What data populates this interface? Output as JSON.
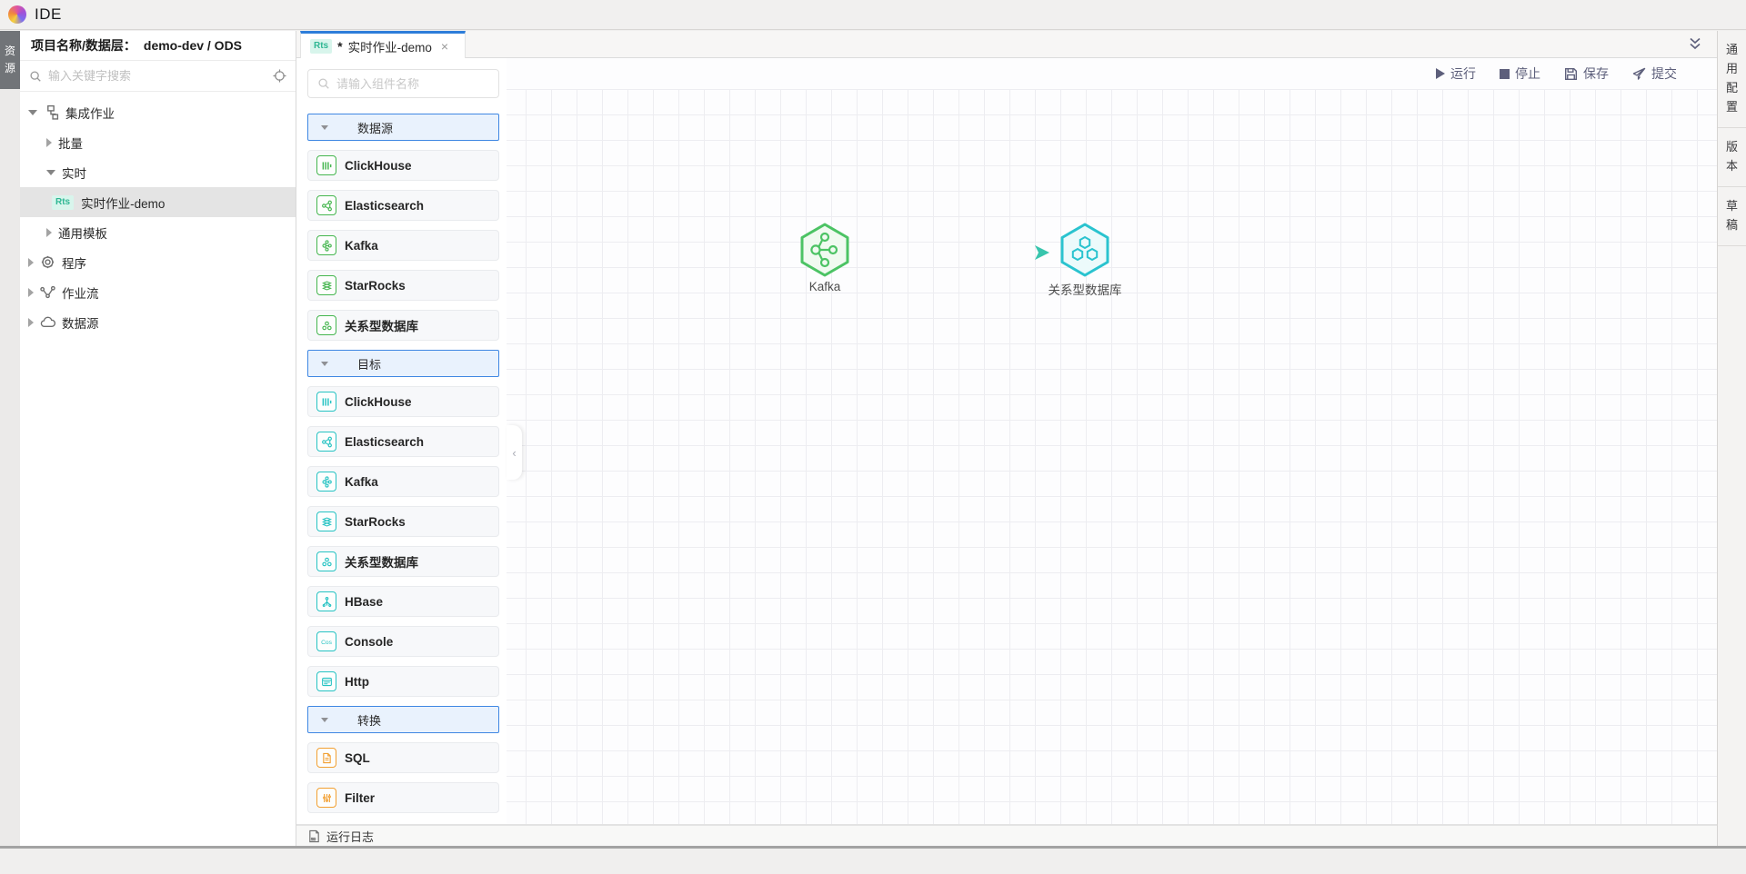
{
  "app": {
    "title": "IDE"
  },
  "left_rail": {
    "tab_label": "资源"
  },
  "explorer": {
    "header_label": "项目名称/数据层：",
    "header_value": "demo-dev / ODS",
    "search_placeholder": "输入关键字搜索",
    "tree": [
      {
        "label": "集成作业",
        "level": 0,
        "caret": "down",
        "icon": "integration-icon"
      },
      {
        "label": "批量",
        "level": 1,
        "caret": "right"
      },
      {
        "label": "实时",
        "level": 1,
        "caret": "down"
      },
      {
        "label": "实时作业-demo",
        "level": 2,
        "badge": "Rts",
        "selected": true
      },
      {
        "label": "通用模板",
        "level": 1,
        "caret": "right"
      },
      {
        "label": "程序",
        "level": 0,
        "caret": "right",
        "icon": "gear-icon"
      },
      {
        "label": "作业流",
        "level": 0,
        "caret": "right",
        "icon": "flow-icon"
      },
      {
        "label": "数据源",
        "level": 0,
        "caret": "right",
        "icon": "cloud-icon"
      }
    ]
  },
  "tabbar": {
    "active_tab": {
      "badge": "Rts",
      "dirty_marker": "*",
      "title": "实时作业-demo",
      "close": "×"
    }
  },
  "toolbar": {
    "run": "运行",
    "stop": "停止",
    "save": "保存",
    "submit": "提交"
  },
  "palette": {
    "search_placeholder": "请输入组件名称",
    "sections": [
      {
        "title": "数据源",
        "accent_color": "#45b64f",
        "items": [
          {
            "label": "ClickHouse",
            "icon": "clickhouse-icon"
          },
          {
            "label": "Elasticsearch",
            "icon": "elasticsearch-icon"
          },
          {
            "label": "Kafka",
            "icon": "kafka-icon"
          },
          {
            "label": "StarRocks",
            "icon": "starrocks-icon"
          },
          {
            "label": "关系型数据库",
            "icon": "relational-db-icon"
          }
        ]
      },
      {
        "title": "目标",
        "accent_color": "#26c3c3",
        "items": [
          {
            "label": "ClickHouse",
            "icon": "clickhouse-icon"
          },
          {
            "label": "Elasticsearch",
            "icon": "elasticsearch-icon"
          },
          {
            "label": "Kafka",
            "icon": "kafka-icon"
          },
          {
            "label": "StarRocks",
            "icon": "starrocks-icon"
          },
          {
            "label": "关系型数据库",
            "icon": "relational-db-icon"
          },
          {
            "label": "HBase",
            "icon": "hbase-icon"
          },
          {
            "label": "Console",
            "icon": "console-icon"
          },
          {
            "label": "Http",
            "icon": "http-icon"
          }
        ]
      },
      {
        "title": "转换",
        "accent_color": "#f2a032",
        "items": [
          {
            "label": "SQL",
            "icon": "sql-icon"
          },
          {
            "label": "Filter",
            "icon": "filter-icon"
          }
        ]
      }
    ]
  },
  "canvas": {
    "nodes": [
      {
        "label": "Kafka",
        "type": "source",
        "accent_color": "#4cc364"
      },
      {
        "label": "关系型数据库",
        "type": "target",
        "accent_color": "#2ac3cf"
      }
    ],
    "edge": {
      "from": "Kafka",
      "to": "关系型数据库",
      "style": "dashed-arrow"
    }
  },
  "log_bar": {
    "label": "运行日志",
    "icon": "log-file-icon"
  },
  "right_rail": {
    "tabs": [
      {
        "label": "通用配置"
      },
      {
        "label": "版本"
      },
      {
        "label": "草稿"
      }
    ]
  },
  "colors": {
    "active_tab_accent": "#2d7dd9",
    "source_green": "#45b64f",
    "target_teal": "#26c3c3",
    "transform_orange": "#f2a032",
    "rts_badge_text": "#2fb793",
    "toolbar_icon": "#5d5f7b"
  }
}
